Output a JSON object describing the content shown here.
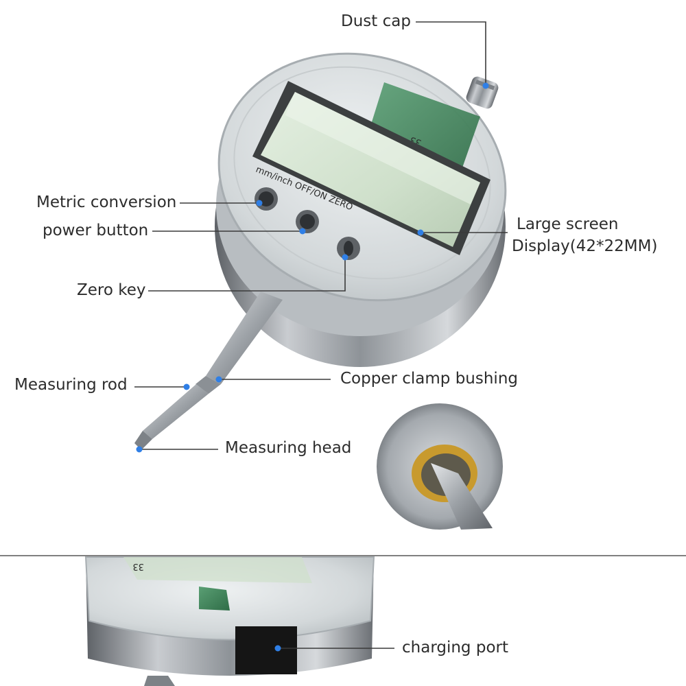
{
  "labels": {
    "dust_cap": "Dust cap",
    "metric_conversion": "Metric conversion",
    "power_button": "power button",
    "zero_key": "Zero key",
    "large_screen_line1": "Large screen",
    "large_screen_line2": "Display(42*22MM)",
    "measuring_rod": "Measuring rod",
    "copper_clamp_bushing": "Copper clamp bushing",
    "measuring_head": "Measuring head",
    "charging_port": "charging port"
  },
  "device_markings": {
    "button_strip": "mm/inch  OFF/ON  ZERO",
    "board_number": "33",
    "board_number_bottom": "33"
  },
  "colors": {
    "callout_dot": "#2f7fe6",
    "leader_line": "#3a3a3a",
    "lcd": "#d7e6d3",
    "pcb": "#3f8a5c",
    "steel": "#9aa0a6",
    "brass": "#c89a2e"
  }
}
